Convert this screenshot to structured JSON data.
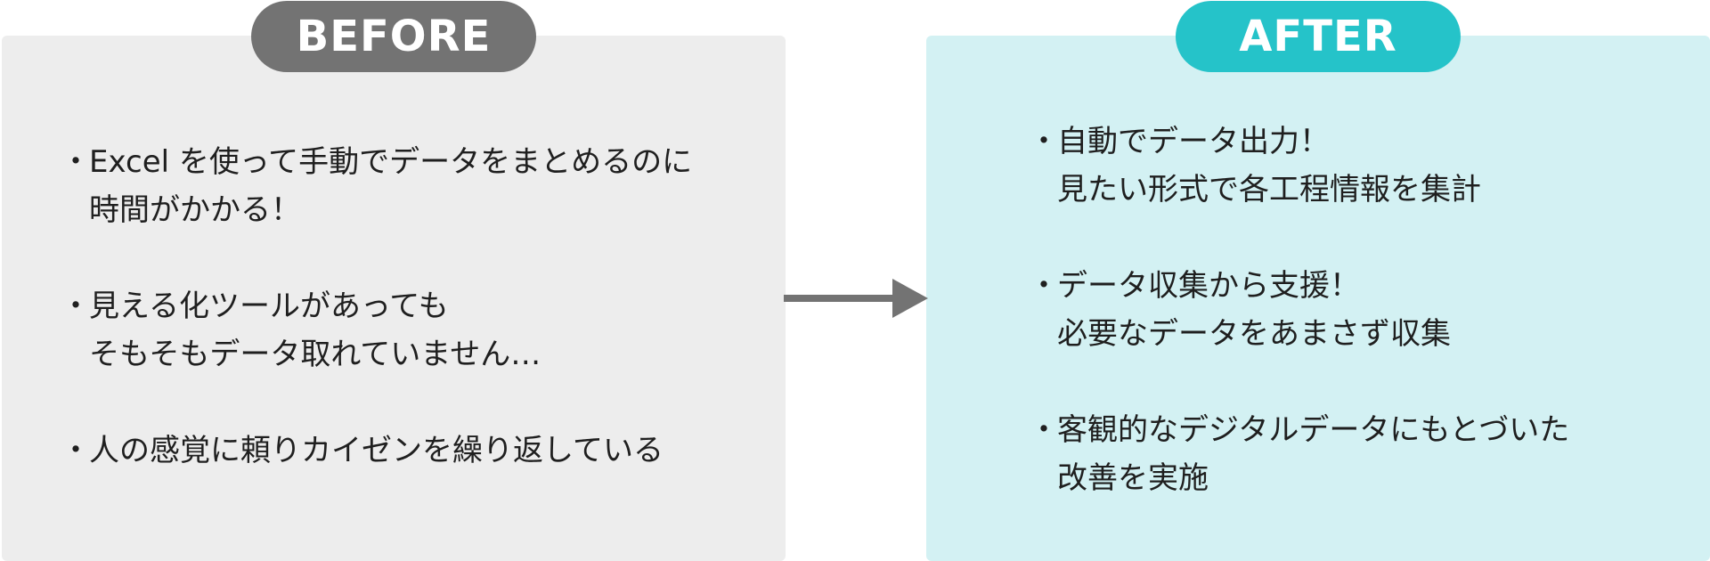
{
  "before": {
    "label": "BEFORE",
    "bullet": "・",
    "items": [
      {
        "lines": [
          "Excel を使って手動でデータをまとめるのに",
          "時間がかかる！"
        ]
      },
      {
        "lines": [
          "見える化ツールがあっても",
          "そもそもデータ取れていません…"
        ]
      },
      {
        "lines": [
          "人の感覚に頼りカイゼンを繰り返している"
        ]
      }
    ]
  },
  "after": {
    "label": "AFTER",
    "bullet": "・",
    "items": [
      {
        "lines": [
          "自動でデータ出力！",
          "見たい形式で各工程情報を集計"
        ]
      },
      {
        "lines": [
          "データ収集から支援！",
          "必要なデータをあまさず収集"
        ]
      },
      {
        "lines": [
          "客観的なデジタルデータにもとづいた",
          "改善を実施"
        ]
      }
    ]
  },
  "colors": {
    "before_panel": "#ededed",
    "before_pill": "#737373",
    "after_panel": "#d3f1f3",
    "after_pill": "#25c3c9",
    "arrow": "#737373"
  }
}
